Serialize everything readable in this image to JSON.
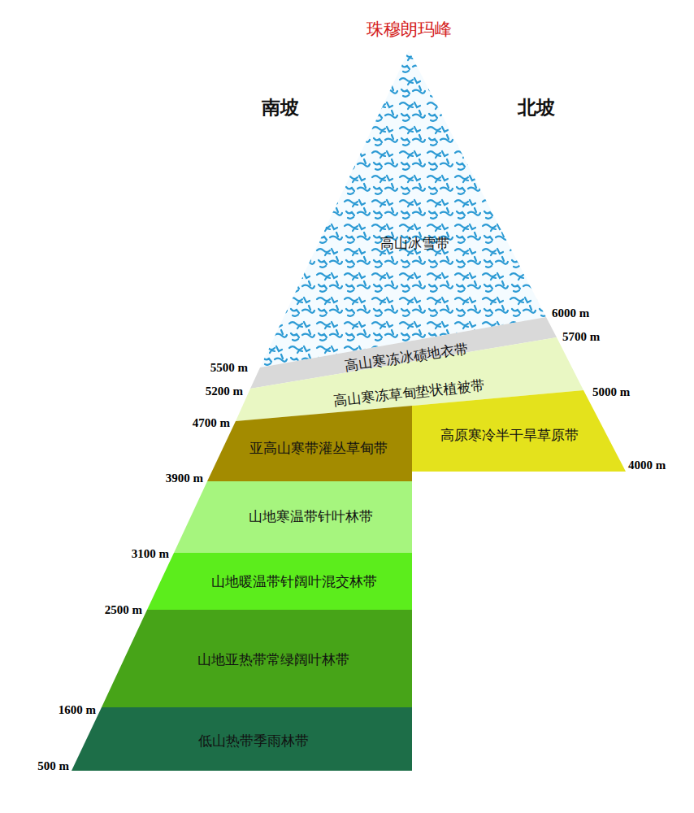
{
  "diagram": {
    "title": "珠穆朗玛峰",
    "nodes": [
      {
        "text": [
          "高山冰雪带"
        ]
      },
      {
        "text": [
          "高山寒冻冰碛地衣带"
        ]
      },
      {
        "text": [
          "高山寒冻草甸垫状植被带"
        ]
      },
      {
        "text": [
          "亚高山寒带灌丛草甸带"
        ]
      },
      {
        "text": [
          "高原寒冷半干旱草原带"
        ]
      },
      {
        "text": [
          "山地寒温带针叶林带"
        ]
      },
      {
        "text": [
          "山地暖温带针阔叶混交林带"
        ]
      },
      {
        "text": [
          "山地亚热带常绿阔叶林带"
        ]
      },
      {
        "text": [
          "低山热带季雨林带"
        ]
      }
    ],
    "labels": [
      "南坡",
      "北坡",
      "6000 m",
      "5700 m",
      "5500 m",
      "5200 m",
      "5000 m",
      "4700 m",
      "4000 m",
      "3900 m",
      "3100 m",
      "2500 m",
      "1600 m",
      "500 m"
    ]
  }
}
